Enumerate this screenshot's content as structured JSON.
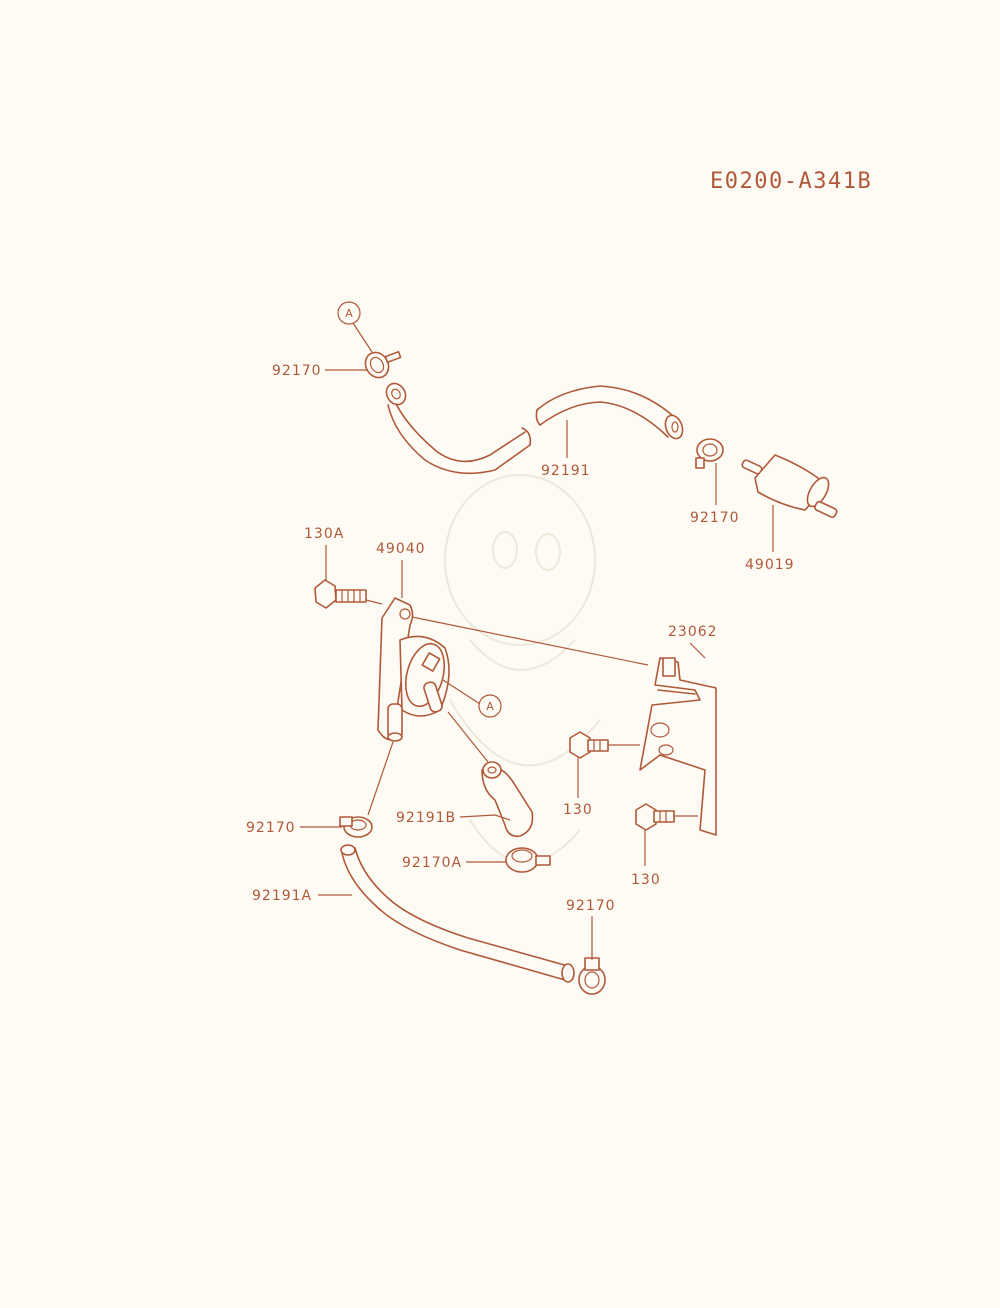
{
  "diagram_code": "E0200-A341B",
  "ref_marker": "A",
  "colors": {
    "line": "#b0593a",
    "background": "#fdfbf4"
  },
  "parts": {
    "clamp_top": "92170",
    "hose_top": "92191",
    "clamp_filter": "92170",
    "fuel_filter": "49019",
    "bolt_pump": "130A",
    "fuel_pump": "49040",
    "bracket": "23062",
    "bolt_bracket_upper": "130",
    "bolt_bracket_lower": "130",
    "hose_b": "92191B",
    "clamp_a": "92170A",
    "clamp_left": "92170",
    "hose_a": "92191A",
    "clamp_bottom": "92170"
  }
}
